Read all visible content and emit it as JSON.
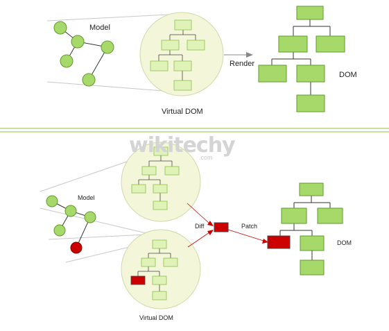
{
  "top": {
    "model_label": "Model",
    "virtual_dom_label": "Virtual DOM",
    "render_label": "Render",
    "dom_label": "DOM"
  },
  "bottom": {
    "model_label": "Model",
    "virtual_dom_label": "Virtual DOM",
    "diff_label": "Diff",
    "patch_label": "Patch",
    "dom_label": "DOM"
  },
  "watermark": {
    "brand": "wikitechy",
    "domain": ".com"
  },
  "colors": {
    "node_fill": "#a6d96a",
    "node_stroke": "#5f9a2c",
    "vdom_fill": "#f4f6d9",
    "vdom_box_fill": "#dff2b8",
    "changed": "#cc0000",
    "divider": "#8fc23a"
  }
}
